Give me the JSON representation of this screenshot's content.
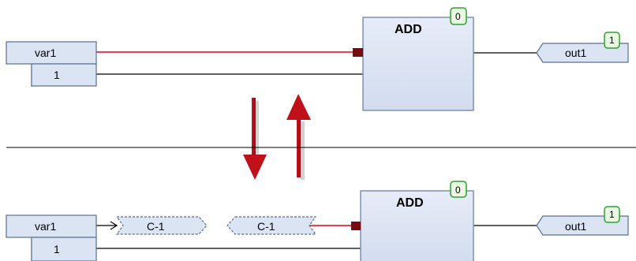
{
  "top_network": {
    "input_var": "var1",
    "input_const": "1",
    "block": {
      "title": "ADD",
      "badge": "0"
    },
    "output": {
      "label": "out1",
      "badge": "1"
    }
  },
  "bottom_network": {
    "input_var": "var1",
    "input_const": "1",
    "connector_out": "C-1",
    "connector_in": "C-1",
    "block": {
      "title": "ADD",
      "badge": "0"
    },
    "output": {
      "label": "out1",
      "badge": "1"
    }
  },
  "colors": {
    "box_fill": "#dbe4f3",
    "box_border": "#5b6f91",
    "block_fill": "#dae3f3",
    "block_border": "#7c8fb3",
    "selected_wire": "#e0001b",
    "arrow": "#c0101a",
    "pin": "#7a0a10",
    "badge_border": "#2fa22f",
    "badge_fill": "#e9f7e3"
  }
}
